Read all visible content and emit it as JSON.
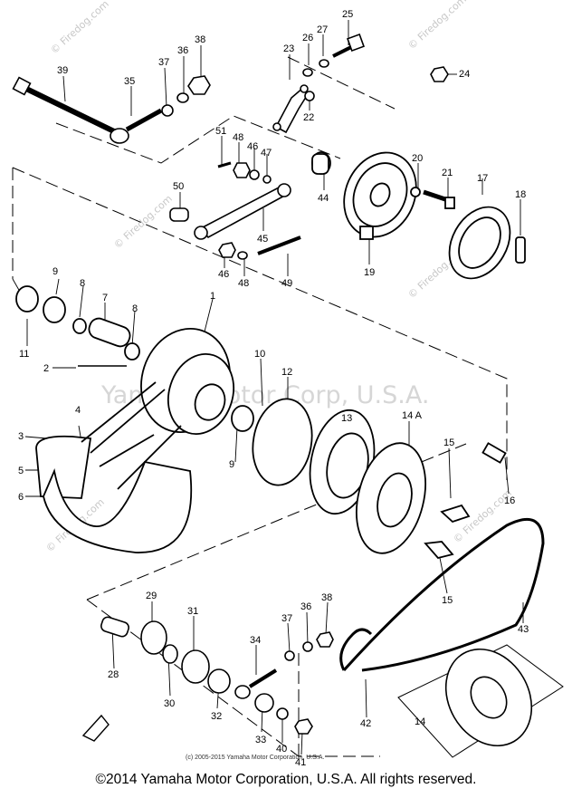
{
  "watermark": {
    "main": "Yamaha Motor Corp, U.S.A.",
    "firedog": "© Firedog.com",
    "inner_copyright": "(c) 2005-2015 Yamaha Motor Corporation, U.S.A."
  },
  "footer": "©2014 Yamaha Motor Corporation, U.S.A. All rights reserved.",
  "callouts": {
    "p1": "1",
    "p2": "2",
    "p3": "3",
    "p4": "4",
    "p5": "5",
    "p6": "6",
    "p7": "7",
    "p8a": "8",
    "p8b": "8",
    "p9a": "9",
    "p9b": "9",
    "p10": "10",
    "p11": "11",
    "p12": "12",
    "p13": "13",
    "p14": "14",
    "p14a": "14 A",
    "p15a": "15",
    "p15b": "15",
    "p16": "16",
    "p17": "17",
    "p18": "18",
    "p19": "19",
    "p20": "20",
    "p21": "21",
    "p22": "22",
    "p23": "23",
    "p24": "24",
    "p25": "25",
    "p26": "26",
    "p27": "27",
    "p28": "28",
    "p29": "29",
    "p30": "30",
    "p31": "31",
    "p32": "32",
    "p33": "33",
    "p34": "34",
    "p35": "35",
    "p36a": "36",
    "p36b": "36",
    "p37a": "37",
    "p37b": "37",
    "p38a": "38",
    "p38b": "38",
    "p39": "39",
    "p40": "40",
    "p41": "41",
    "p42": "42",
    "p43": "43",
    "p44": "44",
    "p45": "45",
    "p46a": "46",
    "p46b": "46",
    "p47": "47",
    "p48a": "48",
    "p48b": "48",
    "p49": "49",
    "p50": "50",
    "p51": "51"
  }
}
